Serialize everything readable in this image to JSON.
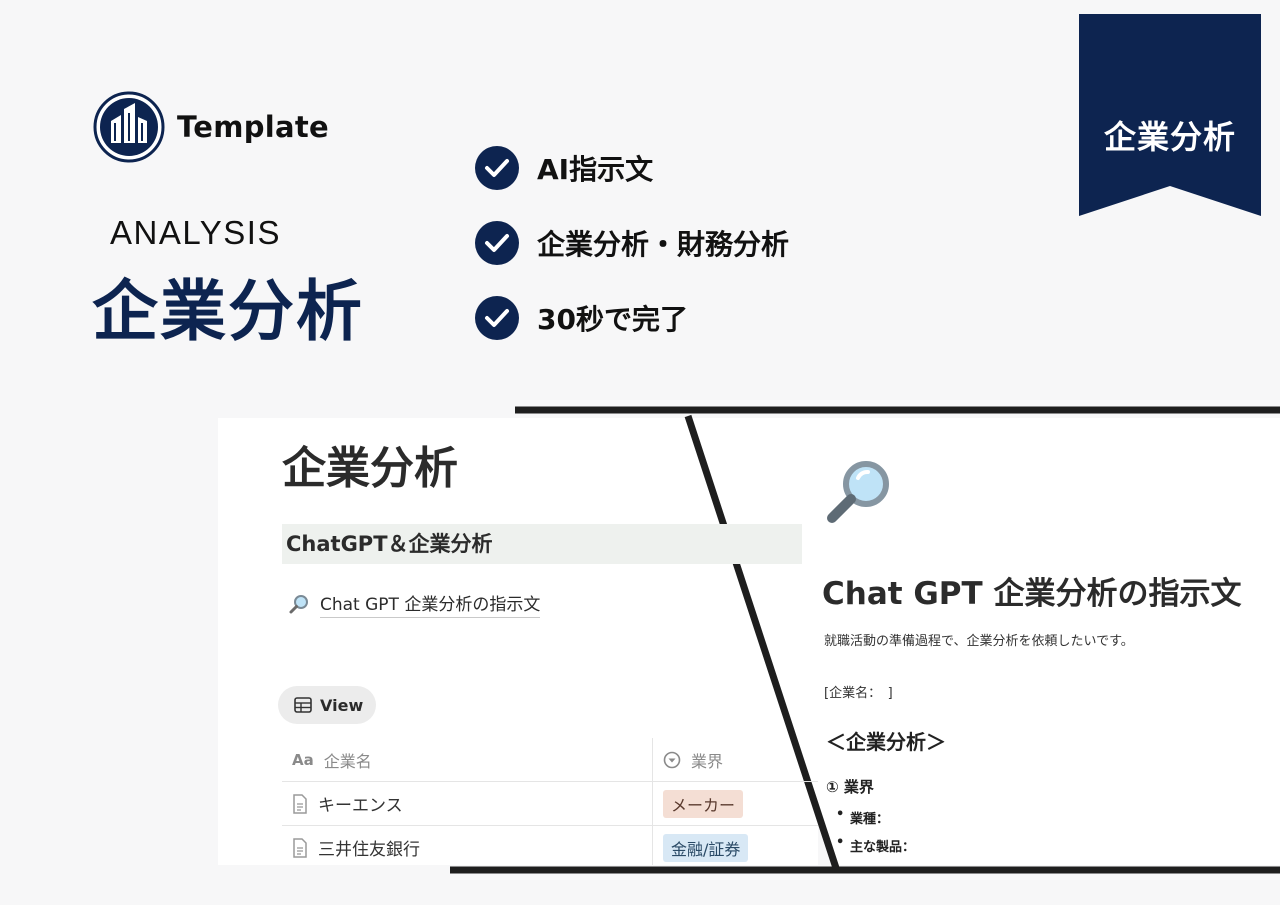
{
  "brand": {
    "name": "Template"
  },
  "hero": {
    "subtitle_en": "ANALYSIS",
    "title_jp": "企業分析"
  },
  "features": [
    {
      "label": "AI指示文",
      "icon": "check-circle-icon"
    },
    {
      "label": "企業分析・財務分析",
      "icon": "check-circle-icon"
    },
    {
      "label": "30秒で完了",
      "icon": "check-circle-icon"
    }
  ],
  "ribbon": {
    "label": "企業分析"
  },
  "colors": {
    "navy": "#0d2450",
    "frame": "#1e1e1e",
    "section_bg": "#eef1ee"
  },
  "left_panel": {
    "title": "企業分析",
    "section": "ChatGPT＆企業分析",
    "link_text": "Chat GPT 企業分析の指示文",
    "view_button": "View",
    "table": {
      "headers": [
        "企業名",
        "業界"
      ],
      "rows": [
        {
          "name": "キーエンス",
          "tag": "メーカー"
        },
        {
          "name": "三井住友銀行",
          "tag": "金融/証券"
        }
      ]
    }
  },
  "right_panel": {
    "title": "Chat GPT 企業分析の指示文",
    "paragraph": "就職活動の準備過程で、企業分析を依頼したいです。",
    "company_field": "[企業名：　]",
    "heading": "＜企業分析＞",
    "subheading": "① 業界",
    "bullets": [
      "業種：",
      "主な製品："
    ]
  }
}
